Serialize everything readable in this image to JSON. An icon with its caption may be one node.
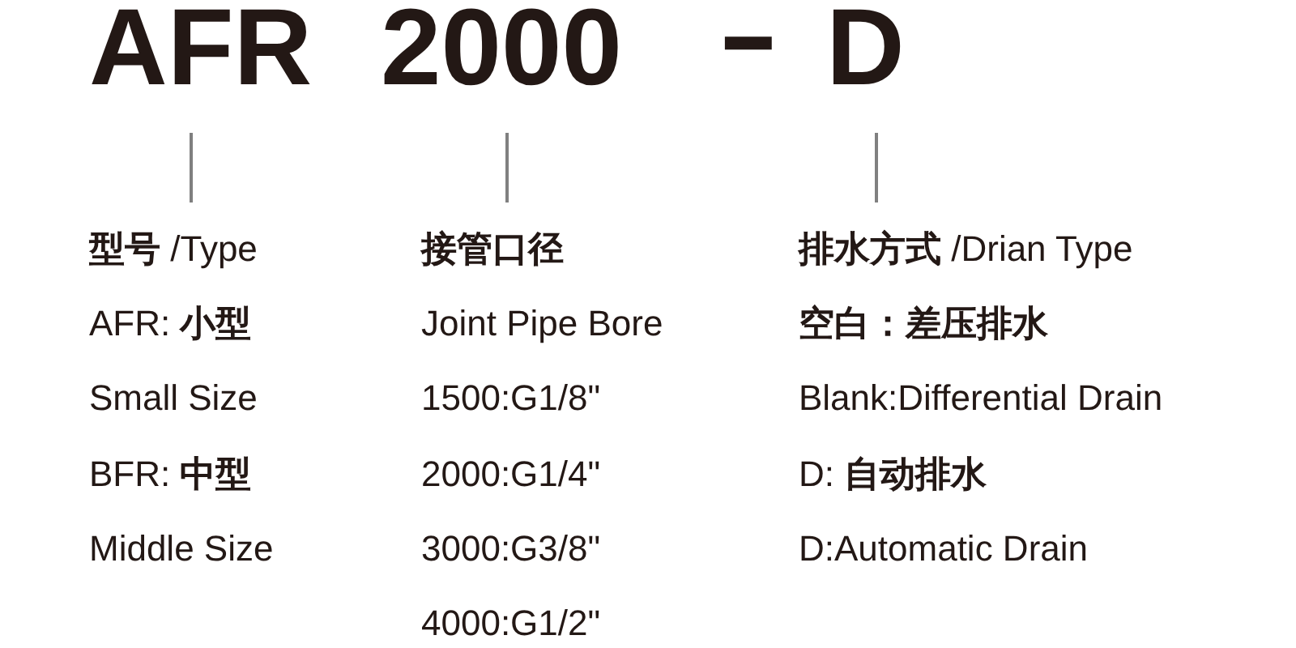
{
  "diagram": {
    "nodes": [
      {
        "text": [
          "AFR"
        ]
      },
      {
        "text": [
          "2000"
        ]
      },
      {
        "text": [
          "D"
        ]
      },
      {
        "text": [
          "**型号** /Type",
          "AFR: **小型**",
          "Small Size",
          "BFR: **中型**",
          "Middle Size"
        ]
      },
      {
        "text": [
          "接管口径",
          "Joint Pipe Bore",
          "1500:G1/8\"",
          "2000:G1/4\"",
          "3000:G3/8\"",
          "4000:G1/2\""
        ]
      },
      {
        "text": [
          "**排水方式** /Drian Type",
          "空白：差压排水",
          "Blank:Differential Drain",
          "D: **自动排水**",
          "D:Automatic Drain"
        ]
      }
    ],
    "edges": [
      {
        "from": 0,
        "to": 3,
        "arrow": "none"
      },
      {
        "from": 1,
        "to": 4,
        "arrow": "none"
      },
      {
        "from": 2,
        "to": 5,
        "arrow": "none"
      }
    ],
    "labels": [
      "-"
    ]
  }
}
